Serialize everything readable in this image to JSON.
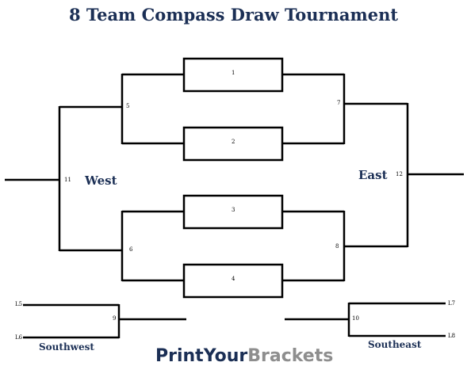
{
  "title": "8 Team Compass Draw Tournament",
  "regions": {
    "west": "West",
    "east": "East",
    "southwest": "Southwest",
    "southeast": "Southeast"
  },
  "matches": {
    "m1": "1",
    "m2": "2",
    "m3": "3",
    "m4": "4",
    "m5": "5",
    "m6": "6",
    "m7": "7",
    "m8": "8",
    "m9": "9",
    "m10": "10",
    "m11": "11",
    "m12": "12"
  },
  "loser_labels": {
    "l5": "L5",
    "l6": "L6",
    "l7": "L7",
    "l8": "L8"
  },
  "brand": {
    "part1": "PrintYour",
    "part2": "Brackets"
  }
}
